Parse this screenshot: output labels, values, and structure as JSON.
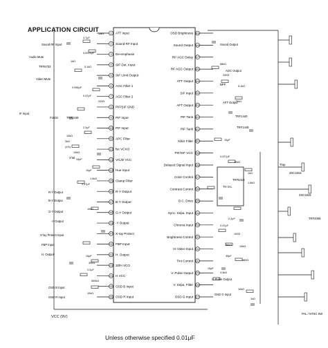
{
  "title": "APPLICATION CIRCUIT",
  "note": "Unless otherwise specified 0.01μF",
  "vcc_label": "VCC (9V)",
  "ic": {
    "left_pins": [
      "ATT Input",
      "Sound RF Input",
      "De-emphasis",
      "SIF Det. Input",
      "SIF Limit Output",
      "AGC Filter 1",
      "AGC Filter 2",
      "PIF/SIF GND",
      "PIF Input",
      "PIF Input",
      "APC Filter",
      "fsc VCXO",
      "V/C/D VCC",
      "Hue Input",
      "Clamp Filter",
      "R-Y Output",
      "B-Y Output",
      "G-Y Output",
      "-Y Output",
      "X-ray Protect",
      "FBP Input",
      "H. Output",
      "32fH VCO",
      "H VCC",
      "OSD B Input",
      "OSD R Input"
    ],
    "right_pins": [
      "OSD Brightness",
      "Sound Output",
      "RF AGC Delay",
      "RF AGC Output",
      "ATT Output",
      "SIF Input",
      "AFT Output",
      "PIF Tank",
      "PIF Tank",
      "Killer Filter",
      "PIF/SIF VCC",
      "Delayed Signal Input",
      "Color Control",
      "Contrast Control",
      "D.C. Drive",
      "Sync. Sepa. Input",
      "Chroma Input",
      "Brightness Control",
      "Hi Video Input",
      "Tint Control",
      "V. Pulse Output",
      "V. Sepa. Filter",
      "OSD G Input"
    ]
  },
  "external": {
    "left": [
      {
        "text": "Sound RF Input"
      },
      {
        "text": "Audio Mute"
      },
      {
        "text": "TRF6702"
      },
      {
        "text": "Video Mute"
      },
      {
        "text": "IF Input"
      },
      {
        "text": "F1034"
      },
      {
        "text": "TRF1448"
      },
      {
        "text": "X'tal"
      },
      {
        "text": "R-Y Output"
      },
      {
        "text": "B-Y Output"
      },
      {
        "text": "G-Y Output"
      },
      {
        "text": "-Y Output"
      },
      {
        "text": "X'ray Protect Input"
      },
      {
        "text": "FBP Input"
      },
      {
        "text": "H. Output"
      },
      {
        "text": "OSD B Input"
      },
      {
        "text": "OSD R Input"
      }
    ],
    "right": [
      {
        "text": "Sound Output"
      },
      {
        "text": "AGC Output"
      },
      {
        "text": "BPF"
      },
      {
        "text": "AFT Output"
      },
      {
        "text": "TRF1448"
      },
      {
        "text": "TRF1440"
      },
      {
        "text": "TRF5418"
      },
      {
        "text": "TH O L"
      },
      {
        "text": "Trap"
      },
      {
        "text": "2SC1815"
      },
      {
        "text": "2SC1815"
      },
      {
        "text": "TRF2006"
      },
      {
        "text": "V. Pulse Output"
      },
      {
        "text": "OSD G Input"
      },
      {
        "text": "PAL / NTSC SW"
      }
    ]
  },
  "components": [
    "4.7μF",
    "1MΩ",
    "0.0025μF",
    "1kΩ",
    "5.1kΩ",
    "0.056μF",
    "0.47μF",
    "220Ω",
    "10kΩ",
    "2.2μF",
    "2kΩ",
    "(1%)",
    "10kΩ",
    "33pF",
    "10μF",
    "1.5kΩ",
    "0.47μF",
    "10kΩ",
    "10μF",
    "390Ω",
    "2.2μF",
    "500kΩ",
    "10kΩ",
    "68kΩ",
    "330Ω",
    "75kΩ",
    "5.1kΩ",
    "10μF",
    "0.027μF",
    "10kΩ",
    "1kΩ",
    "1.6kΩ",
    "2.2μF",
    "0.47μF",
    "100Ω",
    "56kΩ",
    "10kΩ",
    "39pF",
    "680Ω",
    "10μF",
    "3.3kΩ",
    "10kΩ",
    "1kΩ"
  ]
}
